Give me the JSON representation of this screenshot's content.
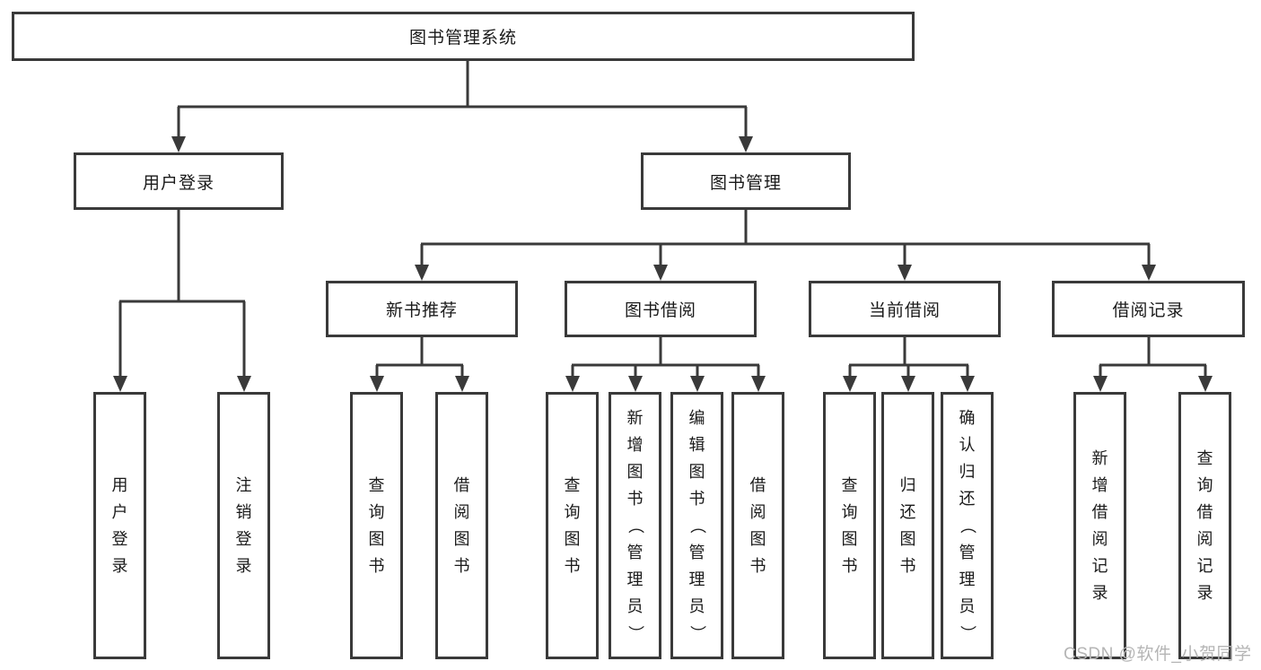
{
  "watermark": "CSDN @软件_小贺同学",
  "colors": {
    "line": "#3a3a3a",
    "box_border": "#3a3a3a",
    "text": "#1a1a1a",
    "watermark": "#b5b5b5",
    "background": "#ffffff"
  },
  "tree": {
    "label": "图书管理系统",
    "children": [
      {
        "label": "用户登录",
        "children": [
          {
            "label": "用户登录"
          },
          {
            "label": "注销登录"
          }
        ]
      },
      {
        "label": "图书管理",
        "children": [
          {
            "label": "新书推荐",
            "children": [
              {
                "label": "查询图书"
              },
              {
                "label": "借阅图书"
              }
            ]
          },
          {
            "label": "图书借阅",
            "children": [
              {
                "label": "查询图书"
              },
              {
                "label": "新增图书（管理员）"
              },
              {
                "label": "编辑图书（管理员）"
              },
              {
                "label": "借阅图书"
              }
            ]
          },
          {
            "label": "当前借阅",
            "children": [
              {
                "label": "查询图书"
              },
              {
                "label": "归还图书"
              },
              {
                "label": "确认归还（管理员）"
              }
            ]
          },
          {
            "label": "借阅记录",
            "children": [
              {
                "label": "新增借阅记录"
              },
              {
                "label": "查询借阅记录"
              }
            ]
          }
        ]
      }
    ]
  }
}
